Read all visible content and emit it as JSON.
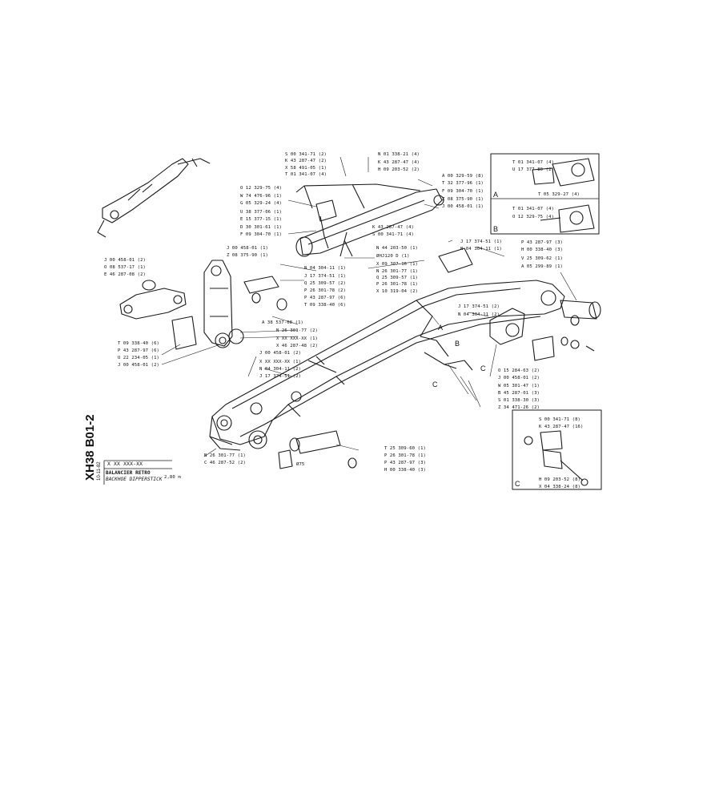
{
  "sheet": {
    "reference": "XH38 B01-2",
    "date": "10-11-82",
    "part_number": "X XX XXX-XX",
    "title_fr": "BALANCIER RETRO",
    "title_en": "BACKHOE DIPPERSTICK",
    "length": "2,80 m"
  },
  "top_labels": [
    "S 00 341-71 (2)",
    "K 43 287-47 (2)",
    "X 58 491-05 (1)",
    "T 01 341-07 (4)",
    "N 01 338-21 (4)",
    "K 43 287-47 (4)",
    "H 09 203-52 (2)",
    "A 00 329-59 (8)",
    "T 32 377-96 (1)",
    "F 09 304-70 (1)",
    "Z 08 375-90 (1)",
    "J 00 458-01 (1)"
  ],
  "left_upper_labels": [
    "O 12 329-75 (4)",
    "W 74 476-96 (1)",
    "G 05 329-24 (4)",
    "U 38 377-06 (1)",
    "E 15 377-15 (1)",
    "D 30 301-61 (1)",
    "F 09 304-70 (1)"
  ],
  "mid_right_labels": [
    "K 43 287-47 (4)",
    "S 00 341-71 (4)",
    "N 44 203-50 (1)",
    "ØHJ120 D (1)",
    "X 09 307-16 (1)",
    "N 26 301-77 (1)",
    "Q 25 309-57 (1)",
    "P 26 301-78 (1)",
    "X 10 319-04 (2)"
  ],
  "joint_labels": [
    "J 17 374-51 (1)",
    "N 04 304-11 (1)"
  ],
  "left_side_labels": [
    "J 00 458-01 (2)",
    "O 08 537-17 (1)",
    "E 46 287-08 (2)"
  ],
  "left_center_labels": [
    "J 00 458-01 (1)",
    "Z 08 375-90 (1)"
  ],
  "pin_labels": [
    "N 04 304-11 (1)",
    "J 17 374-51 (1)",
    "Q 25 309-57 (2)",
    "P 26 301-78 (2)",
    "P 43 287-97 (6)",
    "T 09 338-40 (6)"
  ],
  "center_labels": [
    "A 38 537-68 (1)",
    "N 26 301-77 (2)",
    "X XX XXX-XX (1)",
    "X 46 287-48 (2)",
    "J 00 458-01 (2)",
    "X XX XXX-XX (1)",
    "N 04 304-11 (2)",
    "J 17 374-51 (2)"
  ],
  "left_lower_labels": [
    "T 09 338-40 (6)",
    "P 43 287-97 (6)",
    "U 22 234-05 (1)",
    "J 00 458-01 (2)"
  ],
  "right_labels": [
    "P 43 287-97 (3)",
    "H 00 338-40 (3)",
    "V 25 309-62 (1)",
    "A 05 299-89 (1)",
    "J 17 374-51 (2)",
    "N 04 304-11 (2)"
  ],
  "lower_right_labels": [
    "O 15 284-63 (2)",
    "J 00 458-01 (2)",
    "W 05 301-47 (1)",
    "B 45 287-01 (3)",
    "S 01 338-30 (3)",
    "Z 34 471-26 (2)"
  ],
  "bottom_labels": [
    "N 26 301-77 (1)",
    "C 46 287-52 (2)"
  ],
  "pin_dia": "Ø75",
  "bottom_right_labels": [
    "T 25 309-60 (1)",
    "P 26 301-78 (1)",
    "P 43 287-97 (3)",
    "H 00 338-40 (3)"
  ],
  "inset_a": {
    "labels": [
      "T 01 341-07 (4)",
      "U 17 377-80 (2)",
      "T 05 329-27 (4)"
    ],
    "letter": "A"
  },
  "inset_b": {
    "labels": [
      "T 01 341-07 (4)",
      "O 12 329-75 (4)"
    ],
    "letter": "B"
  },
  "inset_c": {
    "labels": [
      "S 00 341-71 (8)",
      "K 43 287-47 (16)",
      "H 09 203-52 (8)",
      "X 04 338-24 (8)"
    ],
    "letter": "C"
  },
  "markers": [
    "A",
    "B",
    "C",
    "C"
  ]
}
